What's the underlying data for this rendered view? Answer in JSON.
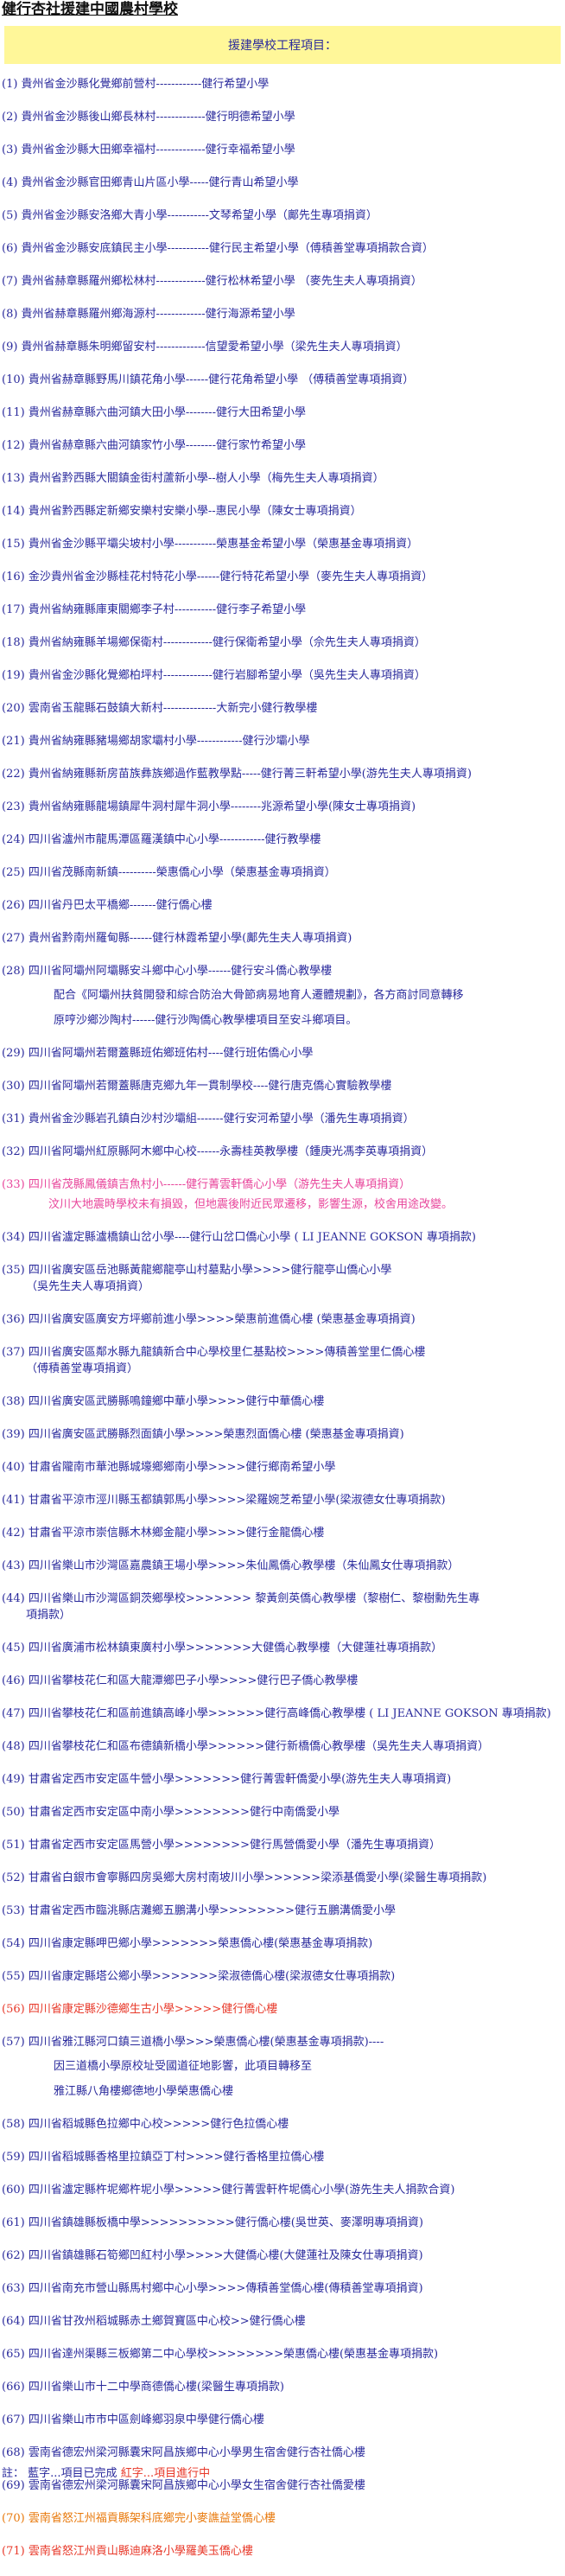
{
  "page_title": "健行杏社援建中國農村學校",
  "banner": "援建學校工程項目：",
  "entries": [
    {
      "text": "(1) 貴州省金沙縣化覺鄉前營村------------健行希望小學"
    },
    {
      "text": "(2) 貴州省金沙縣後山鄉長林村-------------健行明德希望小學"
    },
    {
      "text": "(3) 貴州省金沙縣大田鄉幸福村-------------健行幸福希望小學"
    },
    {
      "text": "(4) 貴州省金沙縣官田鄉青山片區小學-----健行青山希望小學"
    },
    {
      "text": "(5) 貴州省金沙縣安洛鄉大青小學-----------文琴希望小學（鄺先生專項捐資）"
    },
    {
      "text": "(6) 貴州省金沙縣安底鎮民主小學-----------健行民主希望小學（傅積善堂專項捐款合資）"
    },
    {
      "text": "(7) 貴州省赫章縣羅州鄉松林村-------------健行松林希望小學 （麥先生夫人專項捐資）"
    },
    {
      "text": "(8) 貴州省赫章縣羅州鄉海源村-------------健行海源希望小學"
    },
    {
      "text": "(9) 貴州省赫章縣朱明鄉留安村-------------信望愛希望小學（梁先生夫人專項捐資）"
    },
    {
      "text": "(10) 貴州省赫章縣野馬川鎮花角小學------健行花角希望小學 （傅積善堂專項捐資）"
    },
    {
      "text": "(11) 貴州省赫章縣六曲河鎮大田小學--------健行大田希望小學"
    },
    {
      "text": "(12) 貴州省赫章縣六曲河鎮家竹小學--------健行家竹希望小學"
    },
    {
      "text": "(13) 貴州省黔西縣大關鎮金街村蘆新小學--樹人小學（梅先生夫人專項捐資）"
    },
    {
      "text": "(14) 貴州省黔西縣定新鄉安樂村安樂小學--惠民小學（陳女士專項捐資）"
    },
    {
      "text": "(15) 貴州省金沙縣平壩尖坡村小學-----------榮惠基金希望小學（榮惠基金專項捐資）"
    },
    {
      "text": "(16) 金沙貴州省金沙縣桂花村特花小學------健行特花希望小學（麥先生夫人專項捐資）"
    },
    {
      "text": "(17) 貴州省納雍縣庫東關鄉李子村-----------健行李子希望小學"
    },
    {
      "text": "(18) 貴州省納雍縣羊場鄉保衛村-------------健行保衛希望小學（佘先生夫人專項捐資）"
    },
    {
      "text": "(19) 貴州省金沙縣化覺鄉柏坪村-------------健行岩腳希望小學（吳先生夫人專項捐資）"
    },
    {
      "text": "(20) 雲南省玉龍縣石鼓鎮大新村--------------大新完小健行教學樓"
    },
    {
      "text": "(21) 貴州省納雍縣豬場鄉胡家壩村小學------------健行沙壩小學"
    },
    {
      "text": "(22) 貴州省納雍縣新房苗族彝族鄉過作藍教學點-----健行菁三軒希望小學(游先生夫人專項捐資)"
    },
    {
      "text": "(23) 貴州省納雍縣龍場鎮犀牛洞村犀牛洞小學--------兆源希望小學(陳女士專項捐資)"
    },
    {
      "text": "(24) 四川省瀘州市龍馬潭區羅漢鎮中心小學------------健行教學樓"
    },
    {
      "text": "(25) 四川省茂縣南新鎮----------榮惠僑心小學（榮惠基金專項捐資）"
    },
    {
      "text": "(26) 四川省丹巴太平橋鄉-------健行僑心樓"
    },
    {
      "text": "(27) 貴州省黔南州羅甸縣------健行林霞希望小學(鄺先生夫人專項捐資)"
    },
    {
      "text": "(28) 四川省阿壩州阿壩縣安斗鄉中心小學------健行安斗僑心教學樓"
    }
  ],
  "block28": [
    "配合《阿壩州扶貧開發和綜合防治大骨節病易地育人遷體規劃》，各方商討同意轉移",
    "原哼沙鄉沙陶村------健行沙陶僑心教學樓項目至安斗鄉項目。"
  ],
  "entries2": [
    {
      "text": "(29) 四川省阿壩州若爾蓋縣班佑鄉班佑村----健行班佑僑心小學"
    },
    {
      "text": "(30) 四川省阿壩州若爾蓋縣唐克鄉九年一貫制學校----健行唐克僑心實驗教學樓"
    },
    {
      "text": "(31) 貴州省金沙縣岩孔鎮白沙村沙壩組-------健行安河希望小學（潘先生專項捐資）"
    },
    {
      "text": "(32) 四川省阿壩州紅原縣阿木鄉中心校------永壽桂英教學樓（鍾庚光馮李英專項捐資）"
    },
    {
      "text": "(33) 四川省茂縣鳳儀鎮吉魚村小------健行菁雲軒僑心小學（游先生夫人專項捐資）",
      "color": "pink"
    }
  ],
  "notice": "汶川大地震時學校未有損毀，但地震後附近民眾遷移，影響生源，校舍用途改變。",
  "entries3": [
    {
      "text": "(34) 四川省瀘定縣瀘橋鎮山岔小學----健行山岔口僑心小學 ( LI JEANNE GOKSON 專項捐款)"
    },
    {
      "text": "(35) 四川省廣安區岳池縣黃龍鄉龍亭山村墓點小學>>>>健行龍亭山僑心小學",
      "cont": "（吳先生夫人專項捐資）"
    },
    {
      "text": "(36) 四川省廣安區廣安方坪鄉前進小學>>>>榮惠前進僑心樓 (榮惠基金專項捐資)"
    },
    {
      "text": "(37) 四川省廣安區鄰水縣九龍鎮新合中心學校里仁基點校>>>>傳積善堂里仁僑心樓",
      "cont": "（傅積善堂專項捐資）"
    },
    {
      "text": "(38) 四川省廣安區武勝縣鳴鐘鄉中華小學>>>>健行中華僑心樓"
    },
    {
      "text": "(39) 四川省廣安區武勝縣烈面鎮小學>>>>榮惠烈面僑心樓 (榮惠基金專項捐資)"
    },
    {
      "text": "(40) 甘肅省隴南市華池縣城壕鄉鄉南小學>>>>健行鄉南希望小學"
    },
    {
      "text": "(41) 甘肅省平涼市涇川縣玉都鎮郭馬小學>>>>梁羅婉芝希望小學(梁淑德女仕專項捐款)"
    },
    {
      "text": "(42) 甘肅省平涼市崇信縣木林鄉金龍小學>>>>健行金龍僑心樓"
    },
    {
      "text": "(43) 四川省樂山市沙灣區嘉農鎮王場小學>>>>朱仙鳳僑心教學樓（朱仙鳳女仕專項捐款）"
    },
    {
      "text": "(44) 四川省樂山市沙灣區銅茨鄉學校>>>>>>> 黎黃劍英僑心教學樓（黎樹仁、黎樹勳先生專",
      "cont": "項捐款）"
    },
    {
      "text": "(45) 四川省廣浦市松林鎮東廣村小學>>>>>>>大健僑心教學樓（大健蓮社專項捐款）"
    },
    {
      "text": "(46) 四川省攀枝花仁和區大龍潭鄉巴子小學>>>>健行巴子僑心教學樓"
    },
    {
      "text": "(47) 四川省攀枝花仁和區前進鎮高峰小學>>>>>>健行高峰僑心教學樓 ( LI JEANNE GOKSON 專項捐款)",
      "wrap": true
    },
    {
      "text": "(48) 四川省攀枝花仁和區布德鎮新橋小學>>>>>>健行新橋僑心教學樓（吳先生夫人專項捐資）"
    },
    {
      "text": "(49) 甘肅省定西市安定區牛營小學>>>>>>>健行菁雲軒僑愛小學(游先生夫人專項捐資)"
    },
    {
      "text": "(50) 甘肅省定西市安定區中南小學>>>>>>>>健行中南僑愛小學"
    },
    {
      "text": "(51) 甘肅省定西市安定區馬營小學>>>>>>>>健行馬營僑愛小學（潘先生專項捐資）"
    },
    {
      "text": "(52) 甘肅省白銀市會寧縣四房吳鄉大房村南坡川小學>>>>>>梁添基僑愛小學(梁醫生專項捐款)"
    },
    {
      "text": "(53) 甘肅省定西市臨洮縣店灘鄉五鵬溝小學>>>>>>>>健行五鵬溝僑愛小學"
    },
    {
      "text": "(54) 四川省康定縣呷巴鄉小學>>>>>>>榮惠僑心樓(榮惠基金專項捐款)"
    },
    {
      "text": "(55) 四川省康定縣塔公鄉小學>>>>>>>梁淑德僑心樓(梁淑德女仕專項捐款)"
    },
    {
      "text": "(56) 四川省康定縣沙德鄉生古小學>>>>>健行僑心樓",
      "color": "red"
    },
    {
      "text": "(57) 四川省雅江縣河口鎮三道橋小學>>>榮惠僑心樓(榮惠基金專項捐款)----"
    }
  ],
  "block57": [
    "因三道橋小學原校址受國道征地影響，此項目轉移至",
    "雅江縣八角樓鄉德地小學榮惠僑心樓"
  ],
  "entries4": [
    {
      "text": "(58) 四川省稻城縣色拉鄉中心校>>>>>健行色拉僑心樓"
    },
    {
      "text": "(59) 四川省稻城縣香格里拉鎮亞丁村>>>>健行香格里拉僑心樓"
    },
    {
      "text": "(60) 四川省瀘定縣杵坭鄉杵坭小學>>>>>健行菁雲軒杵坭僑心小學(游先生夫人捐款合資)"
    },
    {
      "text": "(61) 四川省鎮雄縣板橋中學>>>>>>>>>>健行僑心樓(吳世英、麥澤明專項捐資)"
    },
    {
      "text": "(62) 四川省鎮雄縣石筍鄉凹紅村小學>>>>大健僑心樓(大健蓮社及陳女仕專項捐資)"
    },
    {
      "text": "(63) 四川省南充市營山縣馬村鄉中心小學>>>>傳積善堂僑心樓(傳積善堂專項捐資)"
    },
    {
      "text": "(64) 四川省甘孜州稻城縣赤土鄉賀寶區中心校>>健行僑心樓"
    },
    {
      "text": "(65) 四川省達州渠縣三板鄉第二中心學校>>>>>>>>榮惠僑心樓(榮惠基金專項捐款)"
    },
    {
      "text": "(66) 四川省樂山市十二中學商德僑心樓(梁醫生專項捐款)"
    },
    {
      "text": "(67) 四川省樂山市市中區劍峰鄉羽泉中學健行僑心樓"
    },
    {
      "text": "(68) 雲南省德宏州梁河縣囊宋阿昌族鄉中心小學男生宿舍健行杏社僑心樓"
    },
    {
      "text": "(69) 雲南省德宏州梁河縣囊宋阿昌族鄉中心小學女生宿舍健行杏社僑愛樓"
    },
    {
      "text": "(70) 雲南省怒江州福貢縣架科底鄉完小麥譙益堂僑心樓",
      "color": "orange"
    },
    {
      "text": "(71) 雲南省怒江州貢山縣迪麻洛小學羅美玉僑心樓",
      "color": "red"
    }
  ],
  "footer": {
    "prefix": "註：",
    "blue_note": "藍字...項目已完成",
    "red_note": "紅字...項目進行中"
  }
}
